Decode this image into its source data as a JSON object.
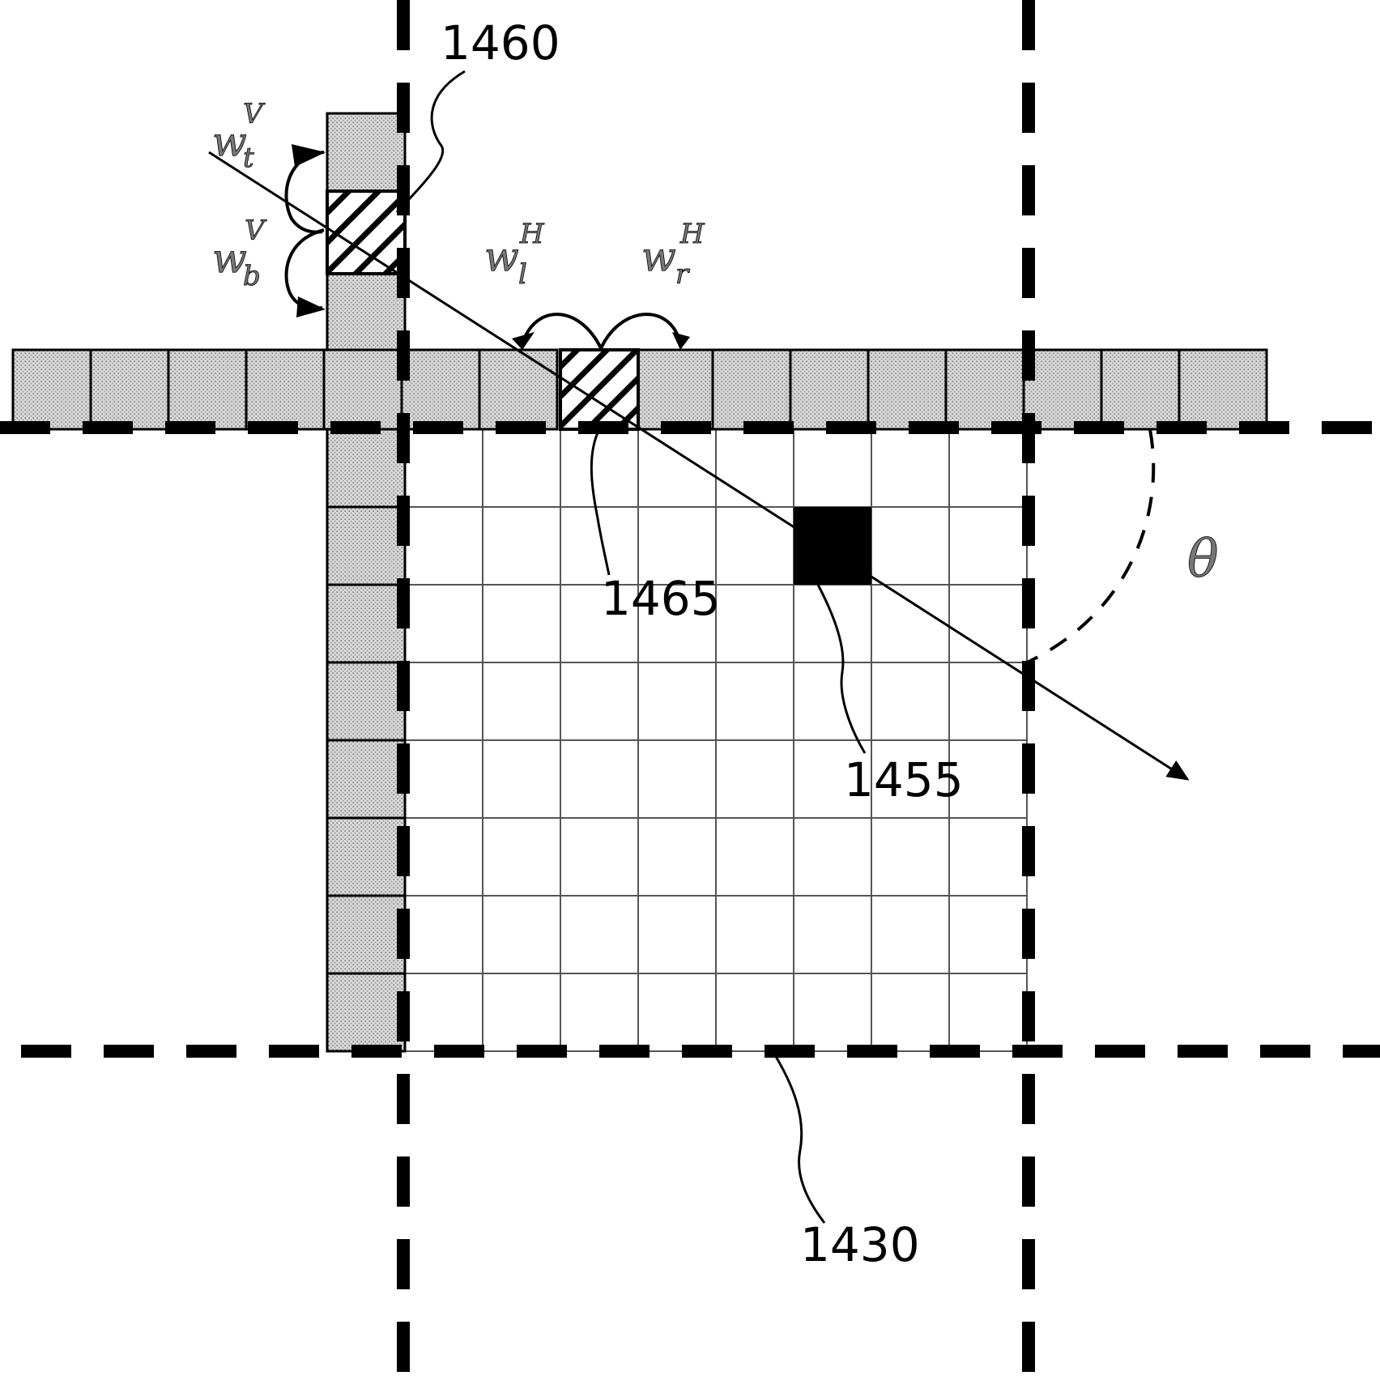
{
  "labels": {
    "ref_1460": "1460",
    "ref_1465": "1465",
    "ref_1455": "1455",
    "ref_1430": "1430",
    "theta": "θ",
    "w_tV": {
      "base": "w",
      "sub": "t",
      "sup": "V"
    },
    "w_bV": {
      "base": "w",
      "sub": "b",
      "sup": "V"
    },
    "w_lH": {
      "base": "w",
      "sub": "l",
      "sup": "H"
    },
    "w_rH": {
      "base": "w",
      "sub": "r",
      "sup": "H"
    }
  },
  "colors": {
    "stroke": "#000000",
    "reference_fill": "#cfcfcf",
    "target_pixel": "#000000",
    "background": "#ffffff"
  },
  "grid": {
    "block_cols": 8,
    "block_rows": 8,
    "top_ref_cells": 16,
    "left_ref_cells": 12
  }
}
